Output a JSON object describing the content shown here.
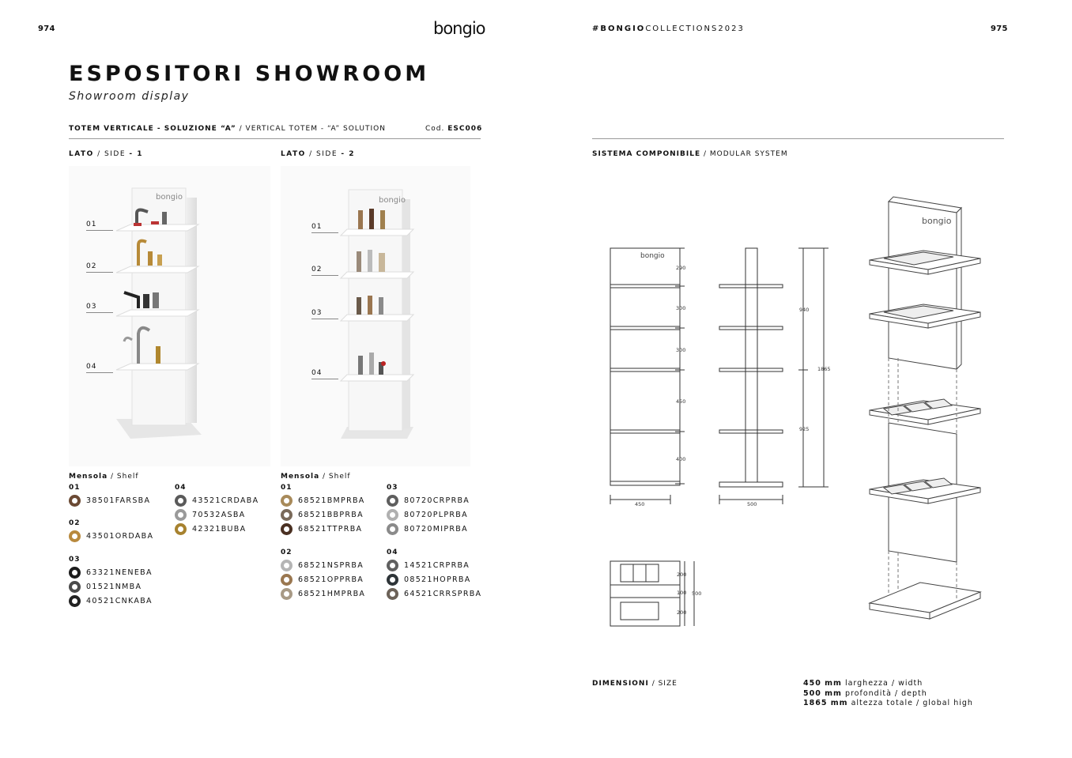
{
  "header": {
    "left_page": "974",
    "right_page": "975",
    "logo": "bongio",
    "collection_bold": "#BONGIO",
    "collection_rest": "COLLECTIONS2023"
  },
  "title": {
    "main": "ESPOSITORI SHOWROOM",
    "sub": "Showroom display"
  },
  "section": {
    "name_it": "TOTEM VERTICALE - SOLUZIONE “A”",
    "sep": " / ",
    "name_en": "VERTICAL TOTEM - “A” SOLUTION",
    "code_label": "Cod. ",
    "code": "ESC006"
  },
  "side1": {
    "lato": "LATO",
    "sep": " / SIDE ",
    "num": "- 1"
  },
  "side2": {
    "lato": "LATO",
    "sep": " / SIDE ",
    "num": "- 2"
  },
  "callouts": [
    "01",
    "02",
    "03",
    "04"
  ],
  "shelf_title": {
    "it": "Mensola",
    "en": " / Shelf"
  },
  "side1_groups": [
    {
      "label": "01",
      "items": [
        {
          "code": "38501FARSBA",
          "color": "#6b4a34"
        }
      ]
    },
    {
      "label": "02",
      "items": [
        {
          "code": "43501ORDABA",
          "color": "#b8893d"
        }
      ]
    },
    {
      "label": "03",
      "items": [
        {
          "code": "63321NENEBA",
          "color": "#1c1c1c"
        },
        {
          "code": "01521NMBA",
          "color": "#4a4a4a"
        },
        {
          "code": "40521CNKABA",
          "color": "#222222"
        }
      ]
    },
    {
      "label": "04",
      "items": [
        {
          "code": "43521CRDABA",
          "color": "#5a5a5a"
        },
        {
          "code": "70532ASBA",
          "color": "#9a9a9a"
        },
        {
          "code": "42321BUBA",
          "color": "#a7822f"
        }
      ]
    }
  ],
  "side2_groups": [
    {
      "label": "01",
      "items": [
        {
          "code": "68521BMPRBA",
          "color": "#a88a5a"
        },
        {
          "code": "68521BBPRBA",
          "color": "#7a6a5a"
        },
        {
          "code": "68521TTPRBA",
          "color": "#4a3022"
        }
      ]
    },
    {
      "label": "02",
      "items": [
        {
          "code": "68521NSPRBA",
          "color": "#b5b5b5"
        },
        {
          "code": "68521OPPRBA",
          "color": "#9a7750"
        },
        {
          "code": "68521HMPRBA",
          "color": "#a89a86"
        }
      ]
    },
    {
      "label": "03",
      "items": [
        {
          "code": "80720CRPRBA",
          "color": "#5e5e5e"
        },
        {
          "code": "80720PLPRBA",
          "color": "#b0b0b0"
        },
        {
          "code": "80720MIPRBA",
          "color": "#8a8a8a"
        }
      ]
    },
    {
      "label": "04",
      "items": [
        {
          "code": "14521CRPRBA",
          "color": "#606060"
        },
        {
          "code": "08521HOPRBA",
          "color": "#2e3438"
        },
        {
          "code": "64521CRRSPRBA",
          "color": "#6c6258"
        }
      ]
    }
  ],
  "modular": {
    "it": "SISTEMA COMPONIBILE",
    "sep": " / ",
    "en": "MODULAR SYSTEM"
  },
  "drawing_dims": {
    "front": [
      "290",
      "300",
      "300",
      "450",
      "400"
    ],
    "front_width": "450",
    "side_total": "1865",
    "side_upper": "940",
    "side_lower": "925",
    "side_depth": "500",
    "base": [
      "200",
      "100",
      "200"
    ],
    "base_total": "500"
  },
  "dimensions": {
    "label_it": "DIMENSIONI",
    "label_sep": " / ",
    "label_en": "SIZE",
    "rows": [
      {
        "value": "450 mm",
        "it": " larghezza",
        "en": " / width"
      },
      {
        "value": "500 mm",
        "it": " profondità",
        "en": " / depth"
      },
      {
        "value": "1865 mm",
        "it": " altezza totale",
        "en": " / global high"
      }
    ]
  }
}
